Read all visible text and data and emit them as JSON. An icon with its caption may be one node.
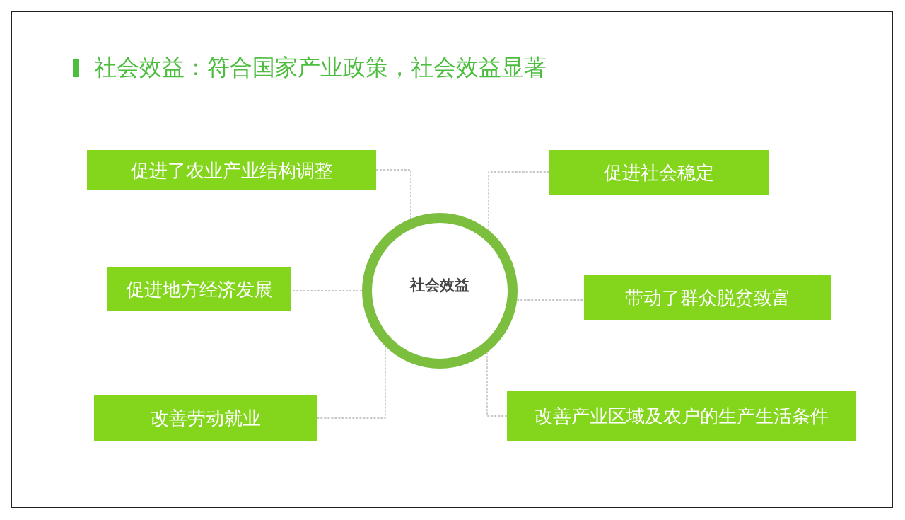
{
  "diagram": {
    "title": "社会效益：符合国家产业政策，社会效益显著",
    "nodes": [
      {
        "text": [
          "社会效益"
        ]
      },
      {
        "text": [
          "促进了农业产业结构调整"
        ]
      },
      {
        "text": [
          "促进社会稳定"
        ]
      },
      {
        "text": [
          "促进地方经济发展"
        ]
      },
      {
        "text": [
          "带动了群众脱贫致富"
        ]
      },
      {
        "text": [
          "改善劳动就业"
        ]
      },
      {
        "text": [
          "改善产业区域及农户的生产生活条件"
        ]
      }
    ],
    "edges": [
      {
        "from": 0,
        "to": 1,
        "arrow": "none"
      },
      {
        "from": 0,
        "to": 2,
        "arrow": "none"
      },
      {
        "from": 0,
        "to": 3,
        "arrow": "none"
      },
      {
        "from": 0,
        "to": 4,
        "arrow": "none"
      },
      {
        "from": 0,
        "to": 5,
        "arrow": "none"
      },
      {
        "from": 0,
        "to": 6,
        "arrow": "none"
      }
    ]
  }
}
